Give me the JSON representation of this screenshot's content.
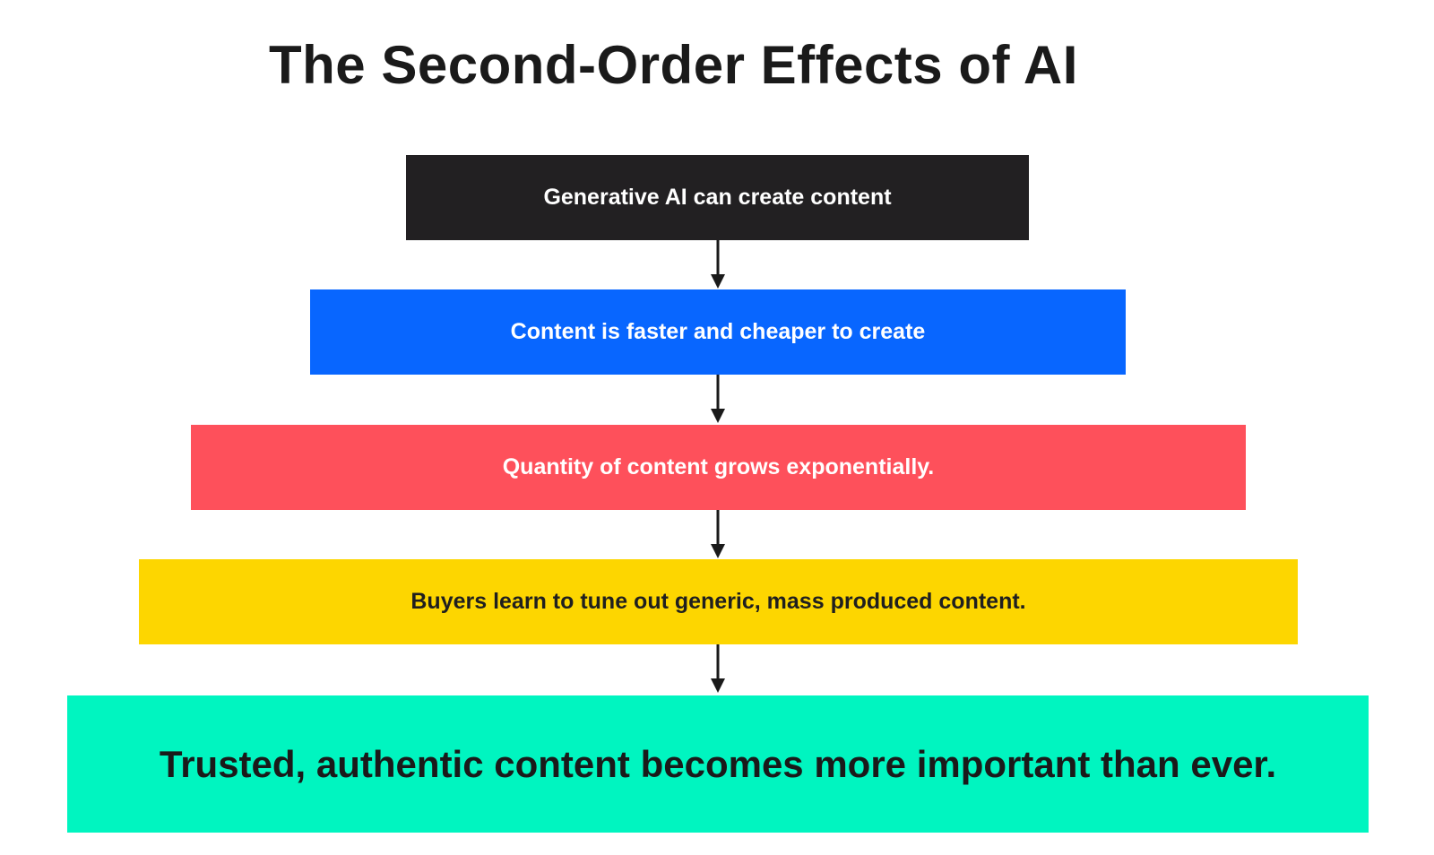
{
  "title": "The Second-Order Effects of AI",
  "steps": [
    {
      "label": "Generative AI can create content",
      "bg": "#222022",
      "fg": "#ffffff"
    },
    {
      "label": "Content is faster and cheaper to create",
      "bg": "#0866ff",
      "fg": "#ffffff"
    },
    {
      "label": "Quantity of content grows exponentially.",
      "bg": "#fe505b",
      "fg": "#ffffff"
    },
    {
      "label": "Buyers learn to tune out generic, mass produced content.",
      "bg": "#fdd600",
      "fg": "#1f1f1f"
    },
    {
      "label": "Trusted, authentic content becomes more important than ever.",
      "bg": "#00f5c0",
      "fg": "#1a1a1a"
    }
  ],
  "arrow_color": "#1a1a1a"
}
